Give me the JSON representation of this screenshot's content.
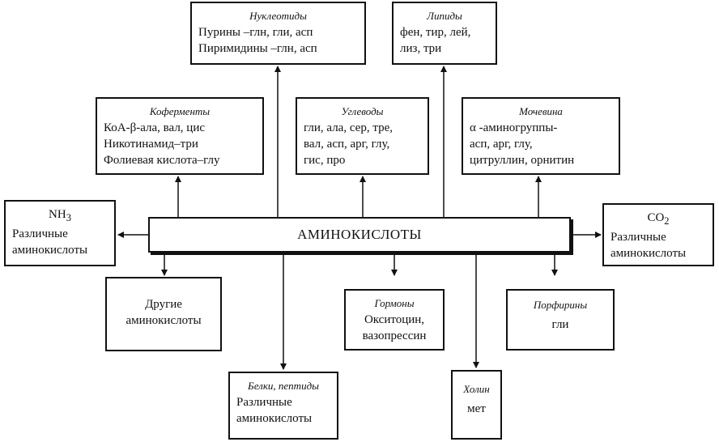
{
  "center": "АМИНОКИСЛОТЫ",
  "nucleotides": {
    "title": "Нуклеотиды",
    "lines": [
      "Пурины –глн, гли, асп",
      "Пиримидины –глн, асп"
    ]
  },
  "lipids": {
    "title": "Липиды",
    "lines": [
      "фен, тир, лей,",
      "лиз, три"
    ]
  },
  "coenzymes": {
    "title": "Коферменты",
    "lines": [
      "КоА-β-ала, вал, цис",
      "Никотинамид–три",
      "Фолиевая кислота–глу"
    ]
  },
  "carbohydrates": {
    "title": "Углеводы",
    "lines": [
      "гли, ала, сер, тре,",
      "вал, асп, арг, глу,",
      "гис, про"
    ]
  },
  "urea": {
    "title": "Мочевина",
    "lines": [
      "α -аминогруппы-",
      "асп, арг, глу,",
      "цитруллин, орнитин"
    ]
  },
  "nh3": {
    "formula": "NH",
    "sub": "3",
    "lines": [
      "Различные",
      "аминокислоты"
    ]
  },
  "co2": {
    "formula": "CO",
    "sub": "2",
    "lines": [
      "Различные",
      "аминокислоты"
    ]
  },
  "other_aa": {
    "lines": [
      "Другие",
      "аминокислоты"
    ]
  },
  "hormones": {
    "title": "Гормоны",
    "lines": [
      "Окситоцин,",
      "вазопрессин"
    ]
  },
  "porphyrins": {
    "title": "Порфирины",
    "lines": [
      "гли"
    ]
  },
  "proteins": {
    "title": "Белки, пептиды",
    "lines": [
      "Различные",
      "аминокислоты"
    ]
  },
  "choline": {
    "title": "Холин",
    "lines": [
      "мет"
    ]
  }
}
